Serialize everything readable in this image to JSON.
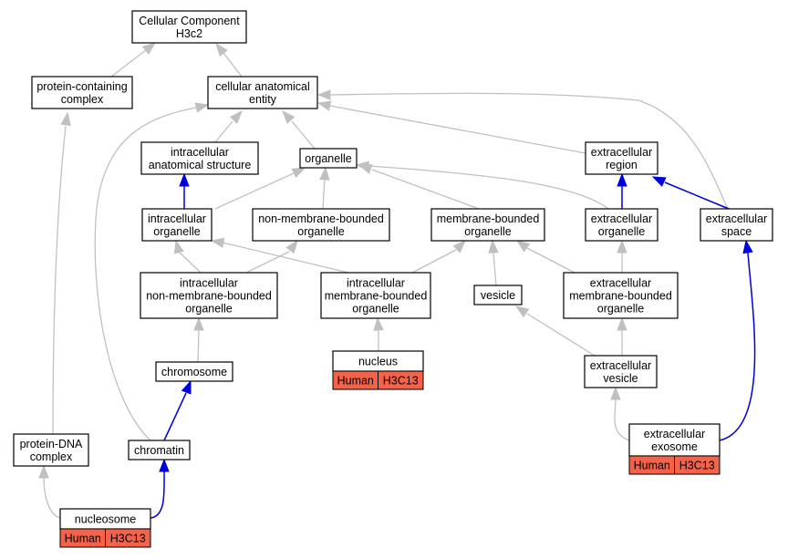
{
  "graph": {
    "nodes": {
      "cellular_component": [
        "Cellular Component",
        "H3c2"
      ],
      "protein_containing_complex": [
        "protein-containing",
        "complex"
      ],
      "cellular_anatomical_entity": [
        "cellular anatomical",
        "entity"
      ],
      "intracellular_anatomical_structure": [
        "intracellular",
        "anatomical structure"
      ],
      "organelle": [
        "organelle"
      ],
      "extracellular_region": [
        "extracellular",
        "region"
      ],
      "intracellular_organelle": [
        "intracellular",
        "organelle"
      ],
      "non_membrane_bounded_organelle": [
        "non-membrane-bounded",
        "organelle"
      ],
      "membrane_bounded_organelle": [
        "membrane-bounded",
        "organelle"
      ],
      "extracellular_organelle": [
        "extracellular",
        "organelle"
      ],
      "extracellular_space": [
        "extracellular",
        "space"
      ],
      "intracellular_non_membrane_bounded_organelle": [
        "intracellular",
        "non-membrane-bounded",
        "organelle"
      ],
      "intracellular_membrane_bounded_organelle": [
        "intracellular",
        "membrane-bounded",
        "organelle"
      ],
      "vesicle": [
        "vesicle"
      ],
      "extracellular_membrane_bounded_organelle": [
        "extracellular",
        "membrane-bounded",
        "organelle"
      ],
      "nucleus": [
        "nucleus"
      ],
      "chromosome": [
        "chromosome"
      ],
      "extracellular_vesicle": [
        "extracellular",
        "vesicle"
      ],
      "protein_dna_complex": [
        "protein-DNA",
        "complex"
      ],
      "chromatin": [
        "chromatin"
      ],
      "extracellular_exosome": [
        "extracellular",
        "exosome"
      ],
      "nucleosome": [
        "nucleosome"
      ]
    },
    "annotations": {
      "nucleus": [
        "Human",
        "H3C13"
      ],
      "extracellular_exosome": [
        "Human",
        "H3C13"
      ],
      "nucleosome": [
        "Human",
        "H3C13"
      ]
    },
    "colors": {
      "is_a_edge": "#c0c0c0",
      "part_of_edge": "#0000dd",
      "annotation_fill": "#f4624a"
    }
  }
}
